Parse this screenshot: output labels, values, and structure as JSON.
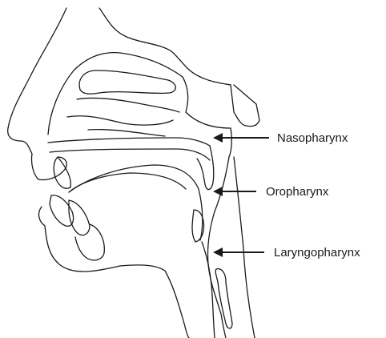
{
  "labels": {
    "nasopharynx": "Nasopharynx",
    "oropharynx": "Oropharynx",
    "laryngopharynx": "Laryngopharynx"
  },
  "colors": {
    "line": "#1a1a1a",
    "background": "#ffffff"
  }
}
